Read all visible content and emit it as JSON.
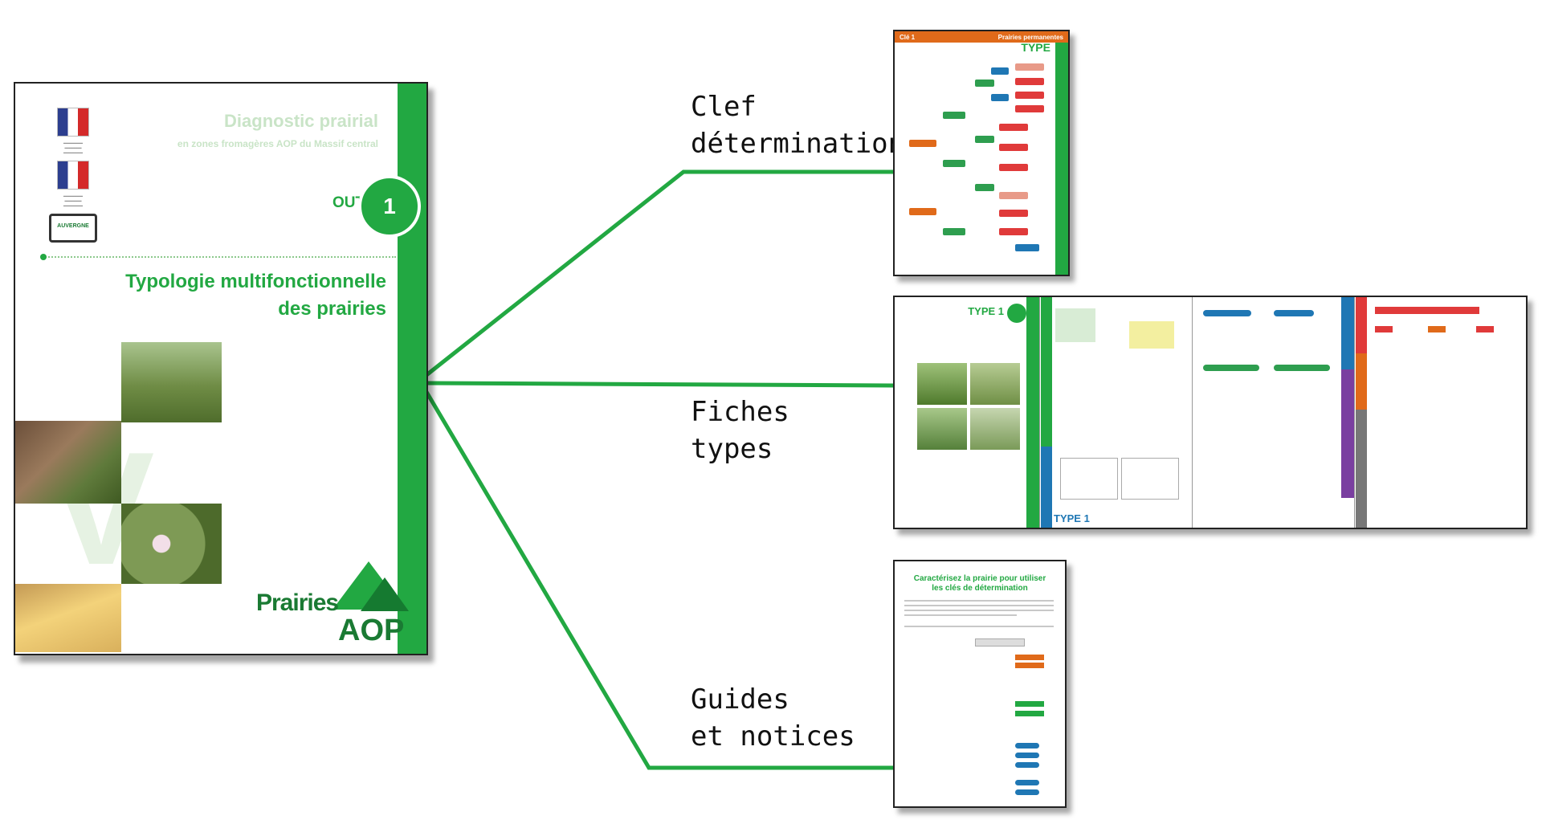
{
  "diagram": {
    "cover": {
      "title": "Diagnostic prairial",
      "subtitle": "en zones fromagères AOP du Massif central",
      "tool_label": "OUTIL",
      "tool_number": "1",
      "heading_line1": "Typologie multifonctionnelle",
      "heading_line2": "des prairies",
      "brand_prairies": "Prairies",
      "brand_aop": "AOP",
      "partner_logo": "AUVERGNE"
    },
    "branches": [
      {
        "line1": "Clef",
        "line2": "détermination"
      },
      {
        "line1": "Fiches",
        "line2": "types"
      },
      {
        "line1": "Guides",
        "line2": "et notices"
      }
    ],
    "thumb_cle": {
      "header_left": "Clé 1",
      "header_right": "Prairies permanentes",
      "type_label": "TYPE"
    },
    "thumb_fiches": {
      "type_label": "TYPE 1",
      "footer_type": "TYPE 1"
    },
    "thumb_guides": {
      "title": "Caractérisez la prairie pour utiliser les clés de détermination"
    },
    "colors": {
      "accent_green": "#22a842",
      "dark_green": "#1a7a33",
      "orange": "#e06a1a",
      "blue": "#1f77b4",
      "purple": "#7a3fa0",
      "red": "#e03a3a"
    }
  }
}
